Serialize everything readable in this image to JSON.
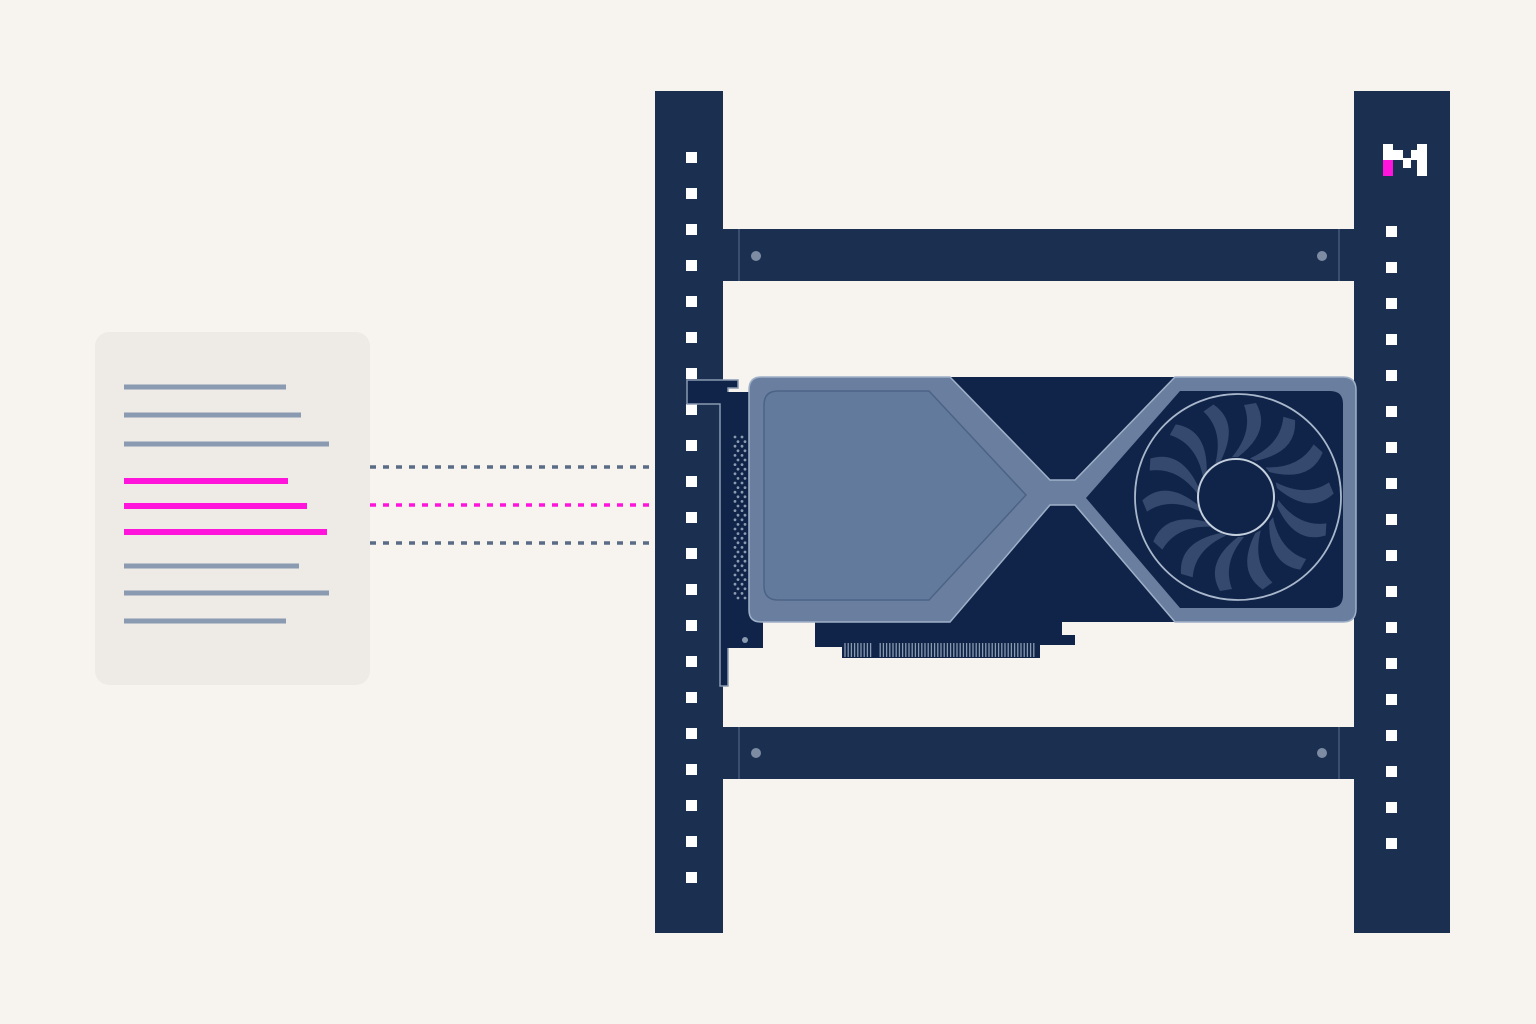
{
  "colors": {
    "background": "#f7f4ef",
    "rack": "#1b3050",
    "rack_hole": "#ffffff",
    "document_card": "#eeebe6",
    "text_line": "#8a9ab0",
    "highlight": "#ff14dc",
    "connector": "#5a6b85",
    "gpu_body": "#0f2448",
    "gpu_shroud": "#6a7fa0",
    "gpu_panel": "#627a9c"
  },
  "document": {
    "icon": "text-document-icon",
    "line_groups": [
      {
        "kind": "plain",
        "count": 3
      },
      {
        "kind": "highlighted",
        "count": 3
      },
      {
        "kind": "plain",
        "count": 3
      }
    ]
  },
  "connectors": [
    {
      "kind": "plain"
    },
    {
      "kind": "highlighted"
    },
    {
      "kind": "plain"
    }
  ],
  "hardware": {
    "rack_icon": "server-rack-icon",
    "gpu_icon": "graphics-card-icon",
    "fan_icon": "fan-icon"
  },
  "logo": {
    "icon": "m-logo-icon",
    "text": "M"
  }
}
